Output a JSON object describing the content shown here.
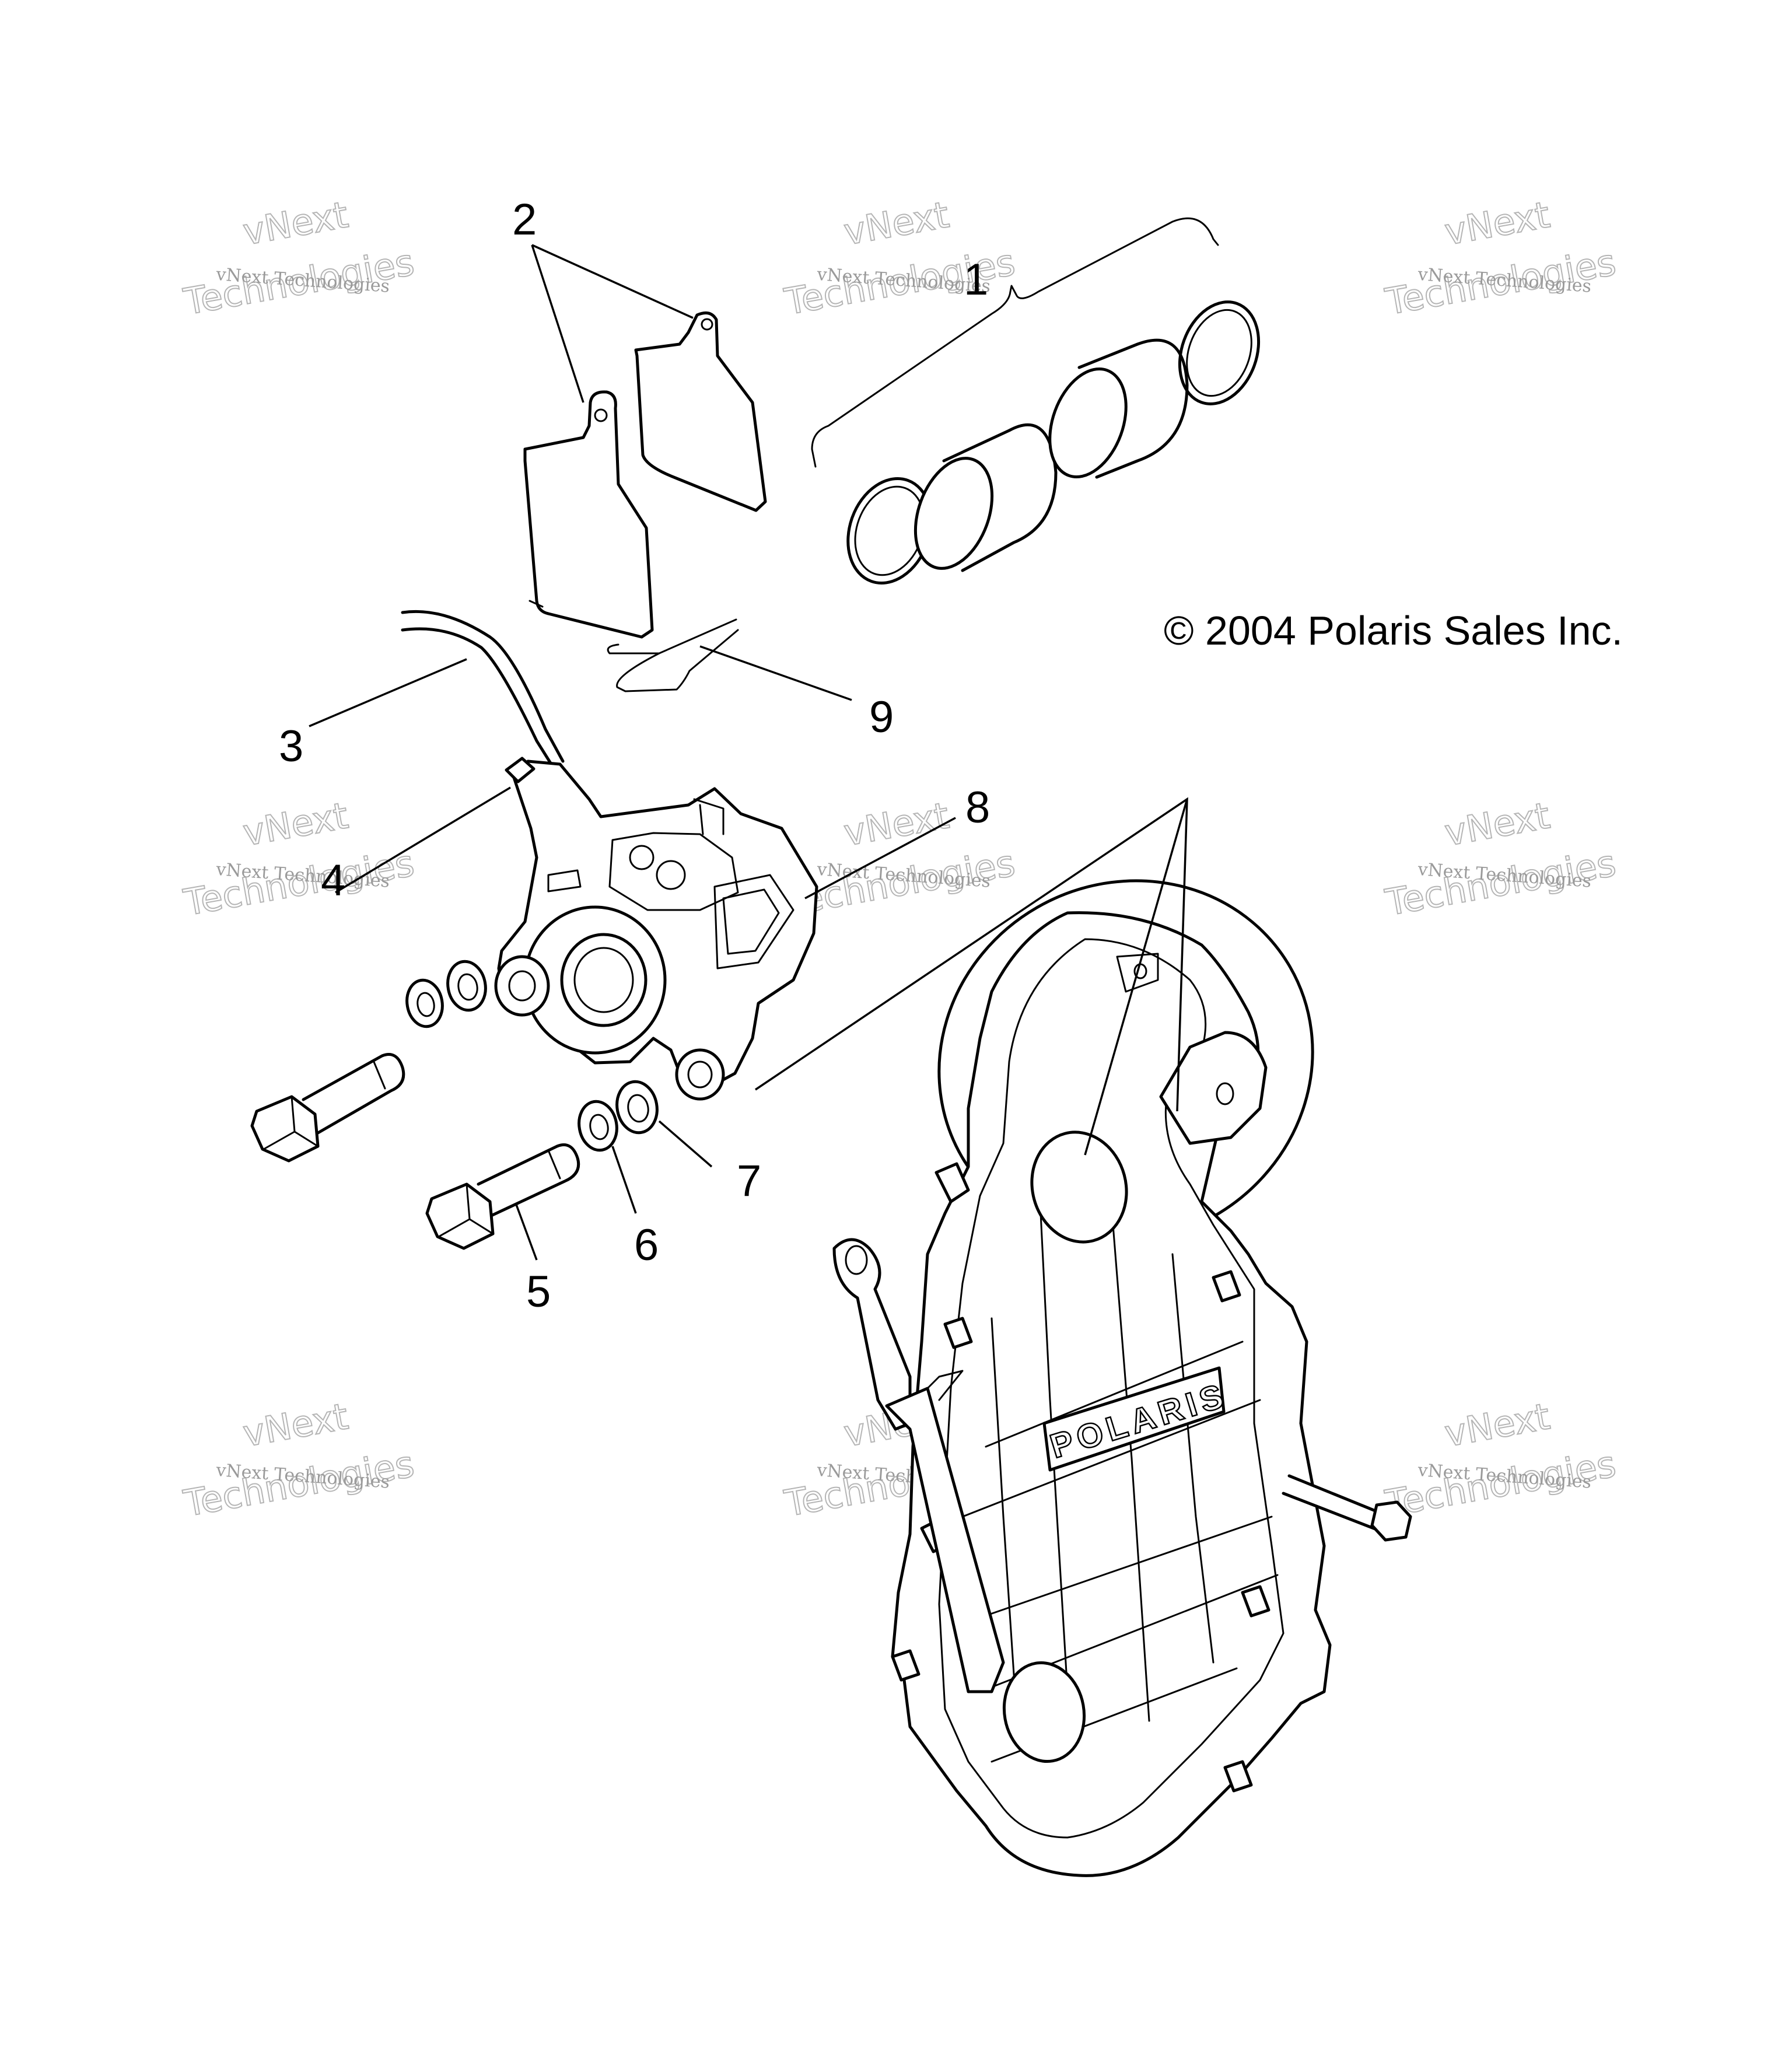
{
  "copyright": "© 2004 Polaris Sales Inc.",
  "brand_logo": "POLARIS",
  "callouts": [
    "1",
    "2",
    "3",
    "4",
    "5",
    "6",
    "7",
    "8",
    "9"
  ],
  "watermark": {
    "line1": "vNext Technologies",
    "line2": "vNext",
    "line3": "Technologies"
  }
}
